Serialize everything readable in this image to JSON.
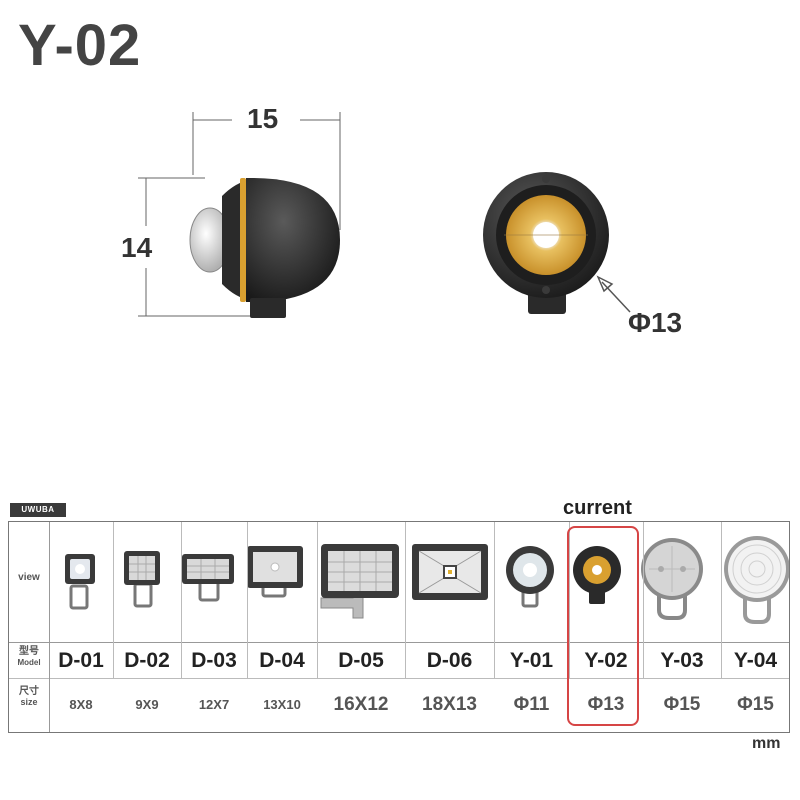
{
  "title": "Y-02",
  "dimensions": {
    "length": "15",
    "height": "14",
    "diameter": "Φ13"
  },
  "brand": "UWUBA",
  "current_label": "current",
  "table": {
    "row_labels": {
      "view": "view",
      "model_cn": "型号",
      "model_en": "Model",
      "size_cn": "尺寸",
      "size_en": "size"
    },
    "columns": [
      {
        "model": "D-01",
        "size": "8X8"
      },
      {
        "model": "D-02",
        "size": "9X9"
      },
      {
        "model": "D-03",
        "size": "12X7"
      },
      {
        "model": "D-04",
        "size": "13X10"
      },
      {
        "model": "D-05",
        "size": "16X12"
      },
      {
        "model": "D-06",
        "size": "18X13"
      },
      {
        "model": "Y-01",
        "size": "Φ11"
      },
      {
        "model": "Y-02",
        "size": "Φ13"
      },
      {
        "model": "Y-03",
        "size": "Φ15"
      },
      {
        "model": "Y-04",
        "size": "Φ15"
      }
    ]
  },
  "unit": "mm",
  "colors": {
    "highlight": "#d64545",
    "lamp_body": "#2a2a2a",
    "amber_ring": "#e0a030"
  }
}
